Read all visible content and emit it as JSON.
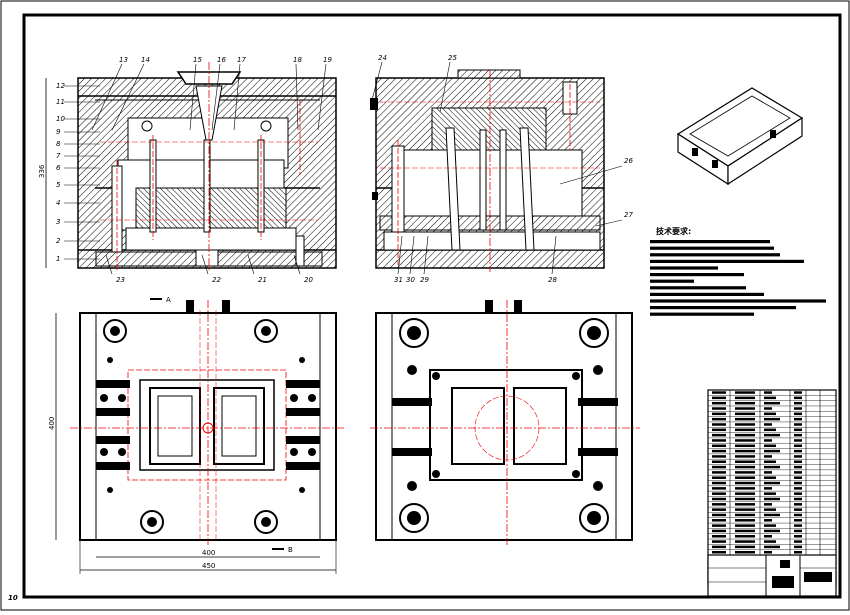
{
  "part_labels_left": [
    "1",
    "2",
    "3",
    "4",
    "5",
    "6",
    "7",
    "8",
    "9",
    "10",
    "11",
    "12"
  ],
  "part_labels_top": [
    "13",
    "14",
    "15",
    "16",
    "17",
    "18",
    "19"
  ],
  "part_labels_bottom": [
    "23",
    "22",
    "21",
    "20"
  ],
  "part_labels_right_top": [
    "24",
    "25"
  ],
  "part_labels_right_side": [
    "26",
    "27"
  ],
  "part_labels_right_bottom": [
    "31",
    "30",
    "29",
    "28"
  ],
  "height_dim": "336",
  "tech_req_title": "技术要求:",
  "tech_req_line_count": 10,
  "dims": {
    "width_inner": "400",
    "width_outer": "450",
    "height": "400"
  },
  "corner_mark": "10",
  "section_marks": {
    "a": "A",
    "b": "B"
  },
  "bom_row_count": 31
}
